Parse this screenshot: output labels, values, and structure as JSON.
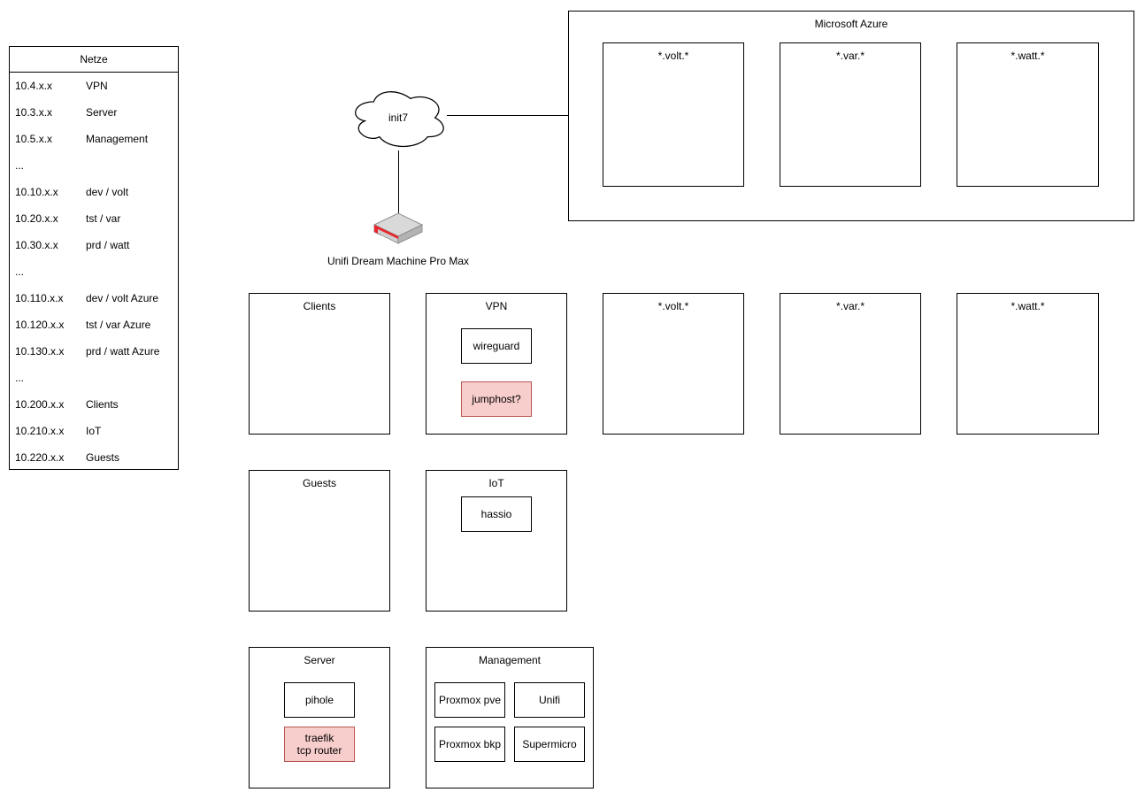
{
  "netze": {
    "title": "Netze",
    "rows": [
      {
        "ip": "10.4.x.x",
        "name": "VPN"
      },
      {
        "ip": "10.3.x.x",
        "name": "Server"
      },
      {
        "ip": "10.5.x.x",
        "name": "Management"
      },
      {
        "ip": "...",
        "name": ""
      },
      {
        "ip": "10.10.x.x",
        "name": "dev / volt"
      },
      {
        "ip": "10.20.x.x",
        "name": "tst / var"
      },
      {
        "ip": "10.30.x.x",
        "name": "prd / watt"
      },
      {
        "ip": "...",
        "name": ""
      },
      {
        "ip": "10.110.x.x",
        "name": "dev / volt Azure"
      },
      {
        "ip": "10.120.x.x",
        "name": "tst / var Azure"
      },
      {
        "ip": "10.130.x.x",
        "name": "prd / watt Azure"
      },
      {
        "ip": "...",
        "name": ""
      },
      {
        "ip": "10.200.x.x",
        "name": "Clients"
      },
      {
        "ip": "10.210.x.x",
        "name": "IoT"
      },
      {
        "ip": "10.220.x.x",
        "name": "Guests"
      }
    ]
  },
  "cloud": {
    "label": "init7"
  },
  "router": {
    "label": "Unifi Dream Machine Pro Max"
  },
  "azure": {
    "title": "Microsoft Azure",
    "boxes": [
      {
        "label": "*.volt.*"
      },
      {
        "label": "*.var.*"
      },
      {
        "label": "*.watt.*"
      }
    ]
  },
  "networks": {
    "clients": {
      "label": "Clients"
    },
    "vpn": {
      "label": "VPN",
      "wireguard": "wireguard",
      "jumphost": "jumphost?"
    },
    "volt": {
      "label": "*.volt.*"
    },
    "var": {
      "label": "*.var.*"
    },
    "watt": {
      "label": "*.watt.*"
    },
    "guests": {
      "label": "Guests"
    },
    "iot": {
      "label": "IoT",
      "hassio": "hassio"
    },
    "server": {
      "label": "Server",
      "pihole": "pihole",
      "traefik": "traefik\ntcp router"
    },
    "management": {
      "label": "Management",
      "items": [
        "Proxmox pve",
        "Unifi",
        "Proxmox bkp",
        "Supermicro"
      ]
    }
  },
  "colors": {
    "background": "#ffffff",
    "box_stroke": "#000000",
    "highlight_fill": "#f8cecc",
    "highlight_stroke": "#b85450",
    "router_body": "#d9d9d9",
    "router_stripe": "#e8262e"
  }
}
